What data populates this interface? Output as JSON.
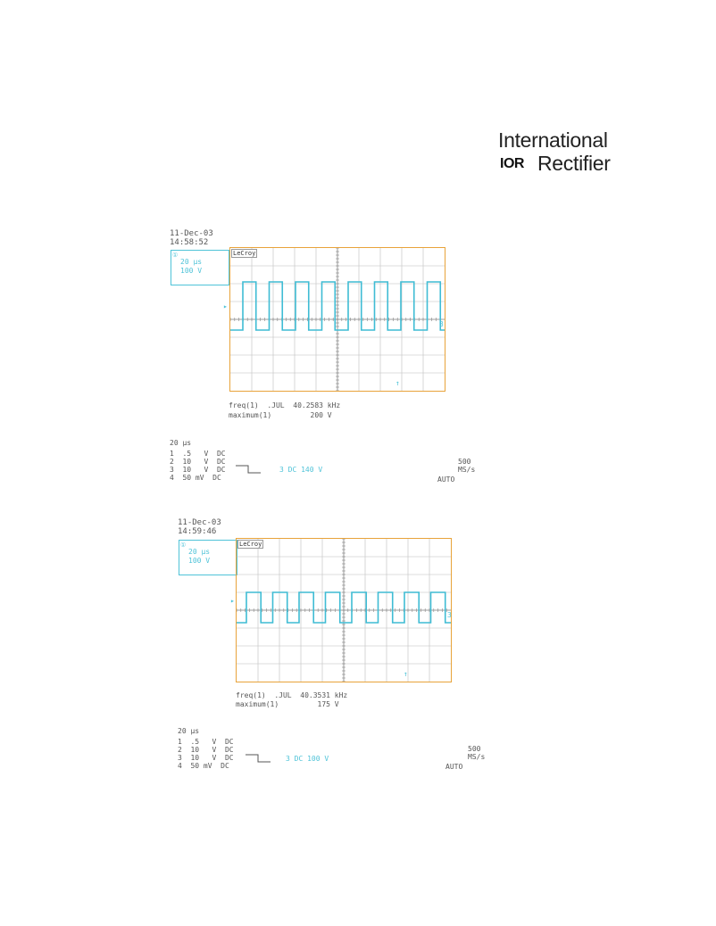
{
  "logo": {
    "line1": "International",
    "mark": "IOR",
    "line2": "Rectifier"
  },
  "scopes": [
    {
      "date": "11-Dec-03",
      "time": "14:58:52",
      "timebase": "20 µs",
      "vdiv": "100 V",
      "brand": "LeCroy",
      "meas_line1": "freq(1)  .JUL  40.2583 kHz",
      "meas_line2": "maximum(1)         200 V",
      "timebase_footer": "20 µs",
      "ch1": "1  .5   V  DC",
      "ch2": "2  10   V  DC",
      "ch3": "3  10   V  DC",
      "ch4": "4  50 mV  DC",
      "trigger": "3  DC 140 V",
      "sample_rate": "500 MS/s",
      "mode": "AUTO"
    },
    {
      "date": "11-Dec-03",
      "time": "14:59:46",
      "timebase": "20 µs",
      "vdiv": "100 V",
      "brand": "LeCroy",
      "meas_line1": "freq(1)  .JUL  40.3531 kHz",
      "meas_line2": "maximum(1)         175 V",
      "timebase_footer": "20 µs",
      "ch1": "1  .5   V  DC",
      "ch2": "2  10   V  DC",
      "ch3": "3  10   V  DC",
      "ch4": "4  50 mV  DC",
      "trigger": "3  DC 100 V",
      "sample_rate": "500 MS/s",
      "mode": "AUTO"
    }
  ]
}
